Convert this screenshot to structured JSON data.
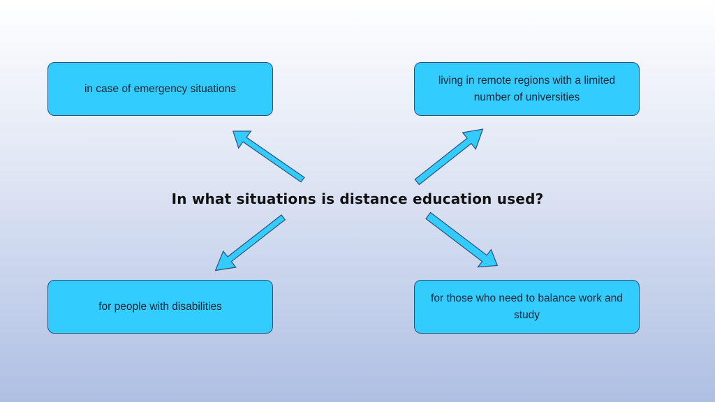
{
  "diagram": {
    "title": "In what situations is distance education used?",
    "items": [
      {
        "id": "top-left",
        "text": "in case of emergency situations"
      },
      {
        "id": "top-right",
        "text": "living in remote regions with a limited number of universities"
      },
      {
        "id": "bottom-left",
        "text": "for people with disabilities"
      },
      {
        "id": "bottom-right",
        "text": "for those who need to balance work and study"
      }
    ],
    "colors": {
      "box_fill": "#33ccff",
      "box_border": "#2e4f7a",
      "arrow_fill": "#33ccff"
    }
  }
}
